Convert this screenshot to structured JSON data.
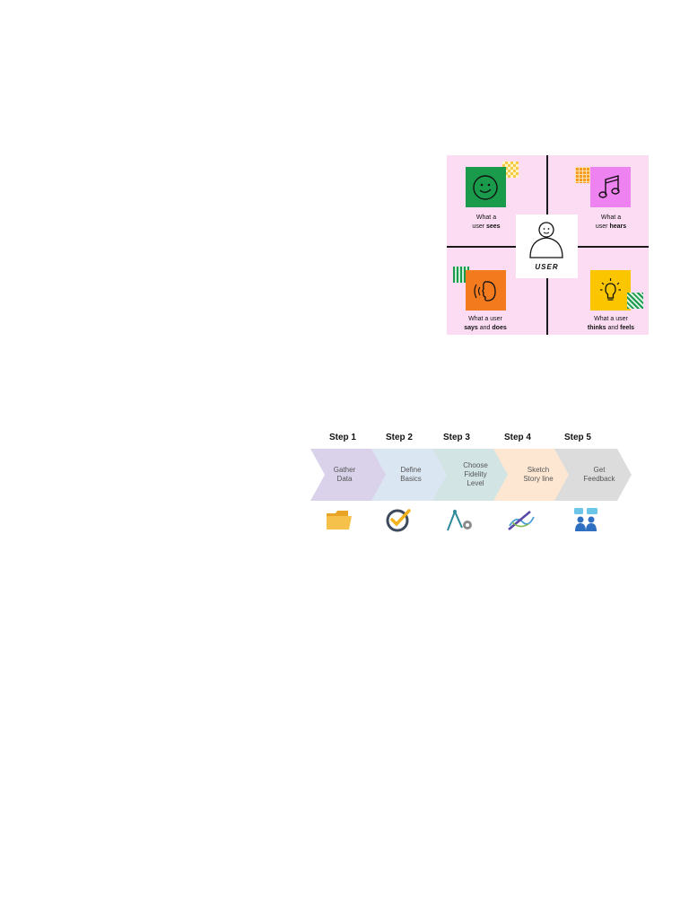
{
  "empathy_map": {
    "center_label": "USER",
    "quadrants": [
      {
        "pre": "What a\nuser ",
        "bold": "sees",
        "post": "",
        "icon": "smiley-face-icon",
        "color": "#1a9b4b"
      },
      {
        "pre": "What a\nuser ",
        "bold": "hears",
        "post": "",
        "icon": "music-note-icon",
        "color": "#ee82f0"
      },
      {
        "pre": "What a user\n",
        "bold": "says",
        "post": " and ",
        "bold2": "does",
        "icon": "speaking-head-icon",
        "color": "#f37b1e"
      },
      {
        "pre": "What a user\n",
        "bold": "thinks",
        "post": " and ",
        "bold2": "feels",
        "icon": "lightbulb-icon",
        "color": "#fbc600"
      }
    ]
  },
  "steps": [
    {
      "title": "Step 1",
      "label": "Gather\nData",
      "color": "#d9d2ea",
      "icon": "folder-icon"
    },
    {
      "title": "Step 2",
      "label": "Define\nBasics",
      "color": "#dbe6f3",
      "icon": "checkmark-circle-icon"
    },
    {
      "title": "Step 3",
      "label": "Choose\nFidelity\nLevel",
      "color": "#d3e4e5",
      "icon": "compass-gear-icon"
    },
    {
      "title": "Step 4",
      "label": "Sketch\nStory line",
      "color": "#fde7d3",
      "icon": "sketch-pen-icon"
    },
    {
      "title": "Step 5",
      "label": "Get\nFeedback",
      "color": "#dcdcdc",
      "icon": "people-chat-icon"
    }
  ]
}
